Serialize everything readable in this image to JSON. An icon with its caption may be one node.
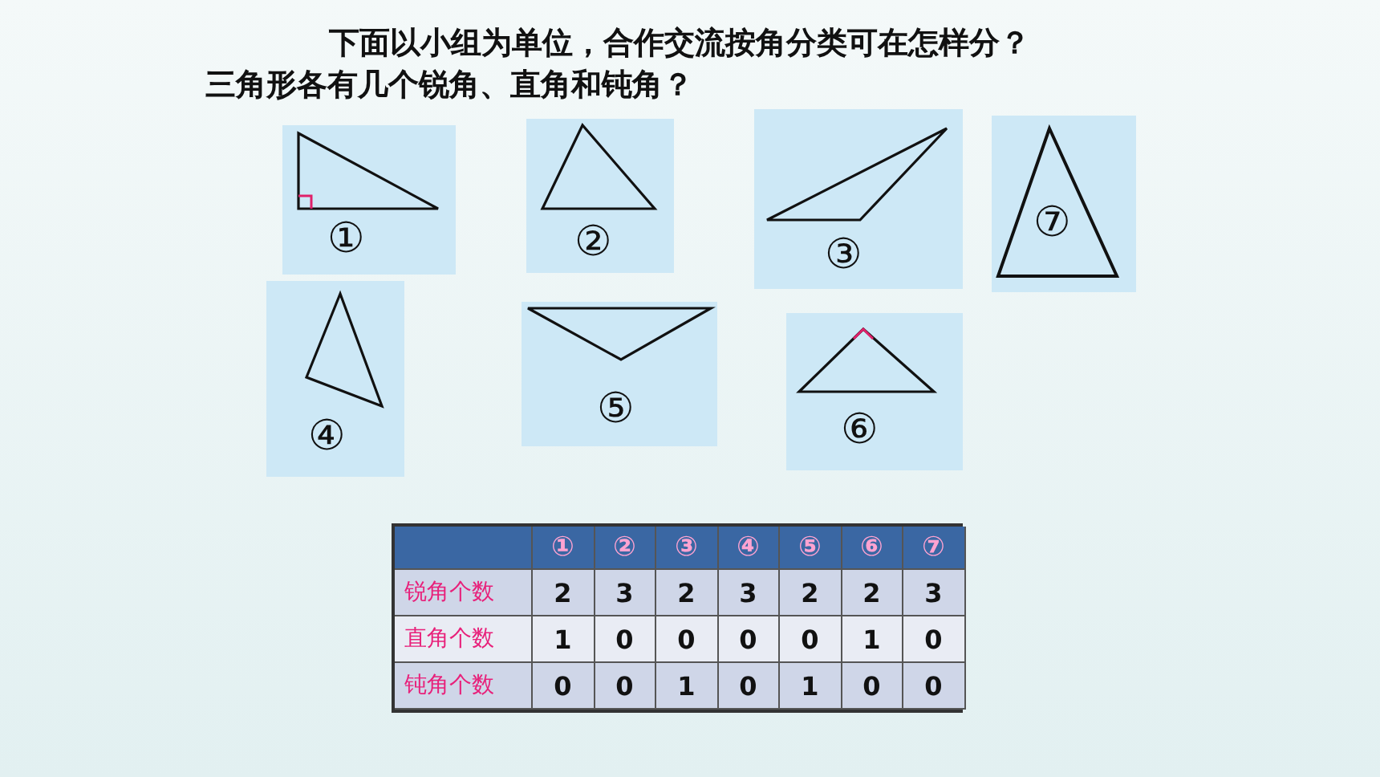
{
  "diagram": {
    "title": "下面以小组为单位，合作交流按角分类可在怎样分？",
    "nodes": [
      {
        "text": [
          "①"
        ]
      },
      {
        "text": [
          "②"
        ]
      },
      {
        "text": [
          "③"
        ]
      },
      {
        "text": [
          "⑦"
        ]
      },
      {
        "text": [
          "④"
        ]
      },
      {
        "text": [
          "⑤"
        ]
      },
      {
        "text": [
          "⑥"
        ]
      }
    ],
    "labels": [
      "三角形各有几个锐角、直角和钝角？",
      "①",
      "②",
      "③",
      "④",
      "⑤",
      "⑥",
      "⑦",
      "锐角个数",
      "2",
      "3",
      "2",
      "3",
      "2",
      "2",
      "3",
      "直角个数",
      "1",
      "0",
      "0",
      "0",
      "0",
      "1",
      "0",
      "钝角个数",
      "0",
      "0",
      "1",
      "0",
      "1",
      "0",
      "0"
    ]
  }
}
